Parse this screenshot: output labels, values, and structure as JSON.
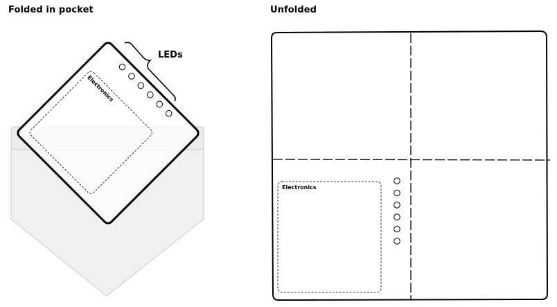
{
  "folded": {
    "title": "Folded in pocket",
    "leds_label": "LEDs",
    "electronics_label": "Electronics",
    "led_count": 6
  },
  "unfolded": {
    "title": "Unfolded",
    "electronics_label": "Electronics",
    "led_count": 6
  },
  "colors": {
    "outline": "#000000",
    "pocket_fill": "#f0f0f0",
    "pocket_stroke": "#d9d9d9",
    "card_fill": "#ffffff"
  }
}
